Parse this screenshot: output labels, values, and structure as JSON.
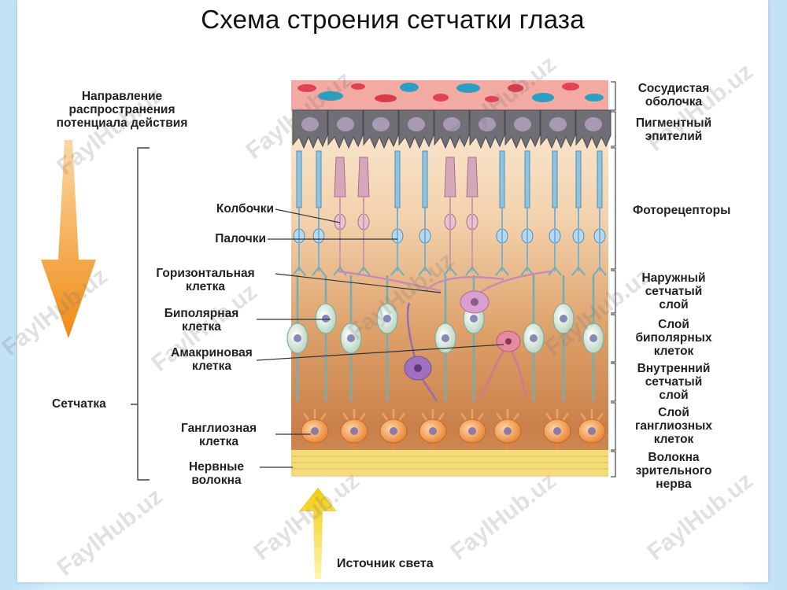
{
  "title": "Схема строения сетчатки глаза",
  "left_labels": {
    "direction": [
      "Направление",
      "распространения",
      "потенциала действия"
    ],
    "cones": "Колбочки",
    "rods": "Палочки",
    "horizontal": [
      "Горизонтальная",
      "клетка"
    ],
    "bipolar": [
      "Биполярная",
      "клетка"
    ],
    "amacrine": [
      "Амакриновая",
      "клетка"
    ],
    "retina": "Сетчатка",
    "ganglion": [
      "Ганглиозная",
      "клетка"
    ],
    "nerve": [
      "Нервные",
      "волокна"
    ]
  },
  "right_labels": {
    "choroid": [
      "Сосудистая",
      "оболочка"
    ],
    "pigment": [
      "Пигментный",
      "эпителий"
    ],
    "photoreceptors": "Фоторецепторы",
    "outer_plexiform": [
      "Наружный",
      "сетчатый",
      "слой"
    ],
    "bipolar_layer": [
      "Слой",
      "биполярных",
      "клеток"
    ],
    "inner_plexiform": [
      "Внутренний",
      "сетчатый",
      "слой"
    ],
    "ganglion_layer": [
      "Слой",
      "ганглиозных",
      "клеток"
    ],
    "optic_nerve": [
      "Волокна",
      "зрительного",
      "нерва"
    ]
  },
  "light_source": "Источник света",
  "watermark": "FaylHub.uz",
  "colors": {
    "orange_arrow": "#f39a1e",
    "yellow_arrow": "#f5d21c",
    "choroid_bg": "#f0a8a0",
    "vessel": "#2b9fc2",
    "pigment": "#6e6e72",
    "bipolar_cell": "#e6efe6",
    "ganglion_cell": "#f29a4a",
    "nerve_fiber": "#f4dc7a"
  }
}
